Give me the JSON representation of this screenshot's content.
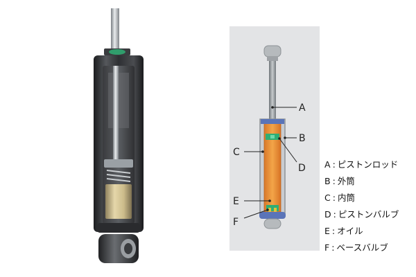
{
  "diagram": {
    "callouts": [
      {
        "id": "A",
        "label": "A"
      },
      {
        "id": "B",
        "label": "B"
      },
      {
        "id": "C",
        "label": "C"
      },
      {
        "id": "D",
        "label": "D"
      },
      {
        "id": "E",
        "label": "E"
      },
      {
        "id": "F",
        "label": "F"
      }
    ],
    "legend": [
      {
        "key": "A",
        "sep": ":",
        "text": "ピストンロッド"
      },
      {
        "key": "B",
        "sep": ":",
        "text": "外筒"
      },
      {
        "key": "C",
        "sep": ":",
        "text": "内筒"
      },
      {
        "key": "D",
        "sep": ":",
        "text": "ピストンバルブ"
      },
      {
        "key": "E",
        "sep": ":",
        "text": "オイル"
      },
      {
        "key": "F",
        "sep": ":",
        "text": "ベースバルブ"
      }
    ],
    "colors": {
      "panel": "#e3e4e6",
      "oil": "#e9892c",
      "blue": "#5a74b8",
      "green": "#2fae74",
      "metal": "#8c9195"
    }
  }
}
